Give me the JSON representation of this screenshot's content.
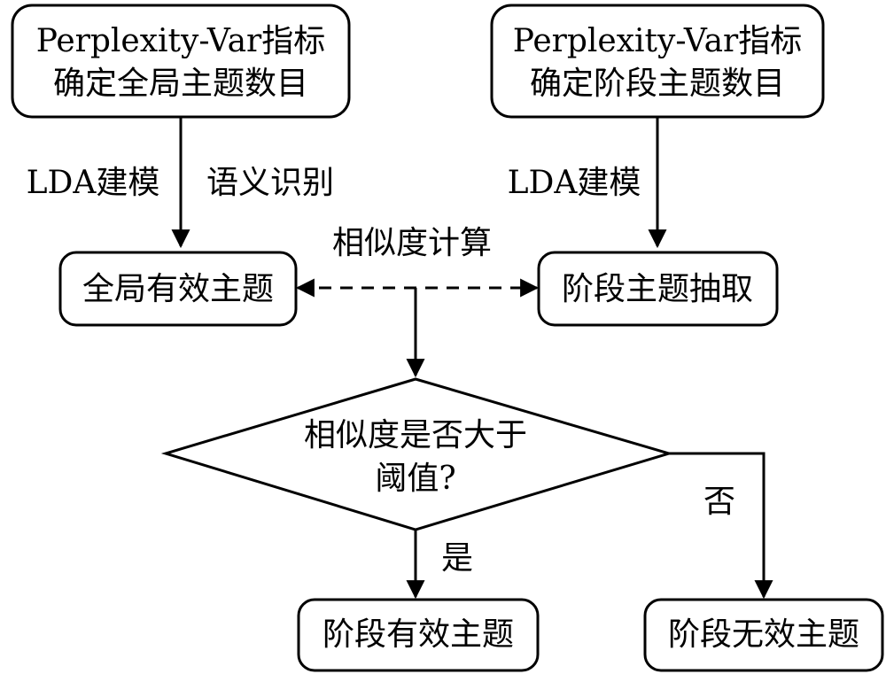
{
  "nodes": {
    "global_topic_count": {
      "line1": "Perplexity-Var指标",
      "line2": "确定全局主题数目"
    },
    "stage_topic_count": {
      "line1": "Perplexity-Var指标",
      "line2": "确定阶段主题数目"
    },
    "global_valid_topics": "全局有效主题",
    "stage_topic_extraction": "阶段主题抽取",
    "decision": {
      "line1": "相似度是否大于",
      "line2": "阈值?"
    },
    "stage_valid_topics": "阶段有效主题",
    "stage_invalid_topics": "阶段无效主题"
  },
  "edge_labels": {
    "lda_left": "LDA建模",
    "semantic_recognition": "语义识别",
    "lda_right": "LDA建模",
    "similarity_calc": "相似度计算",
    "yes": "是",
    "no": "否"
  }
}
